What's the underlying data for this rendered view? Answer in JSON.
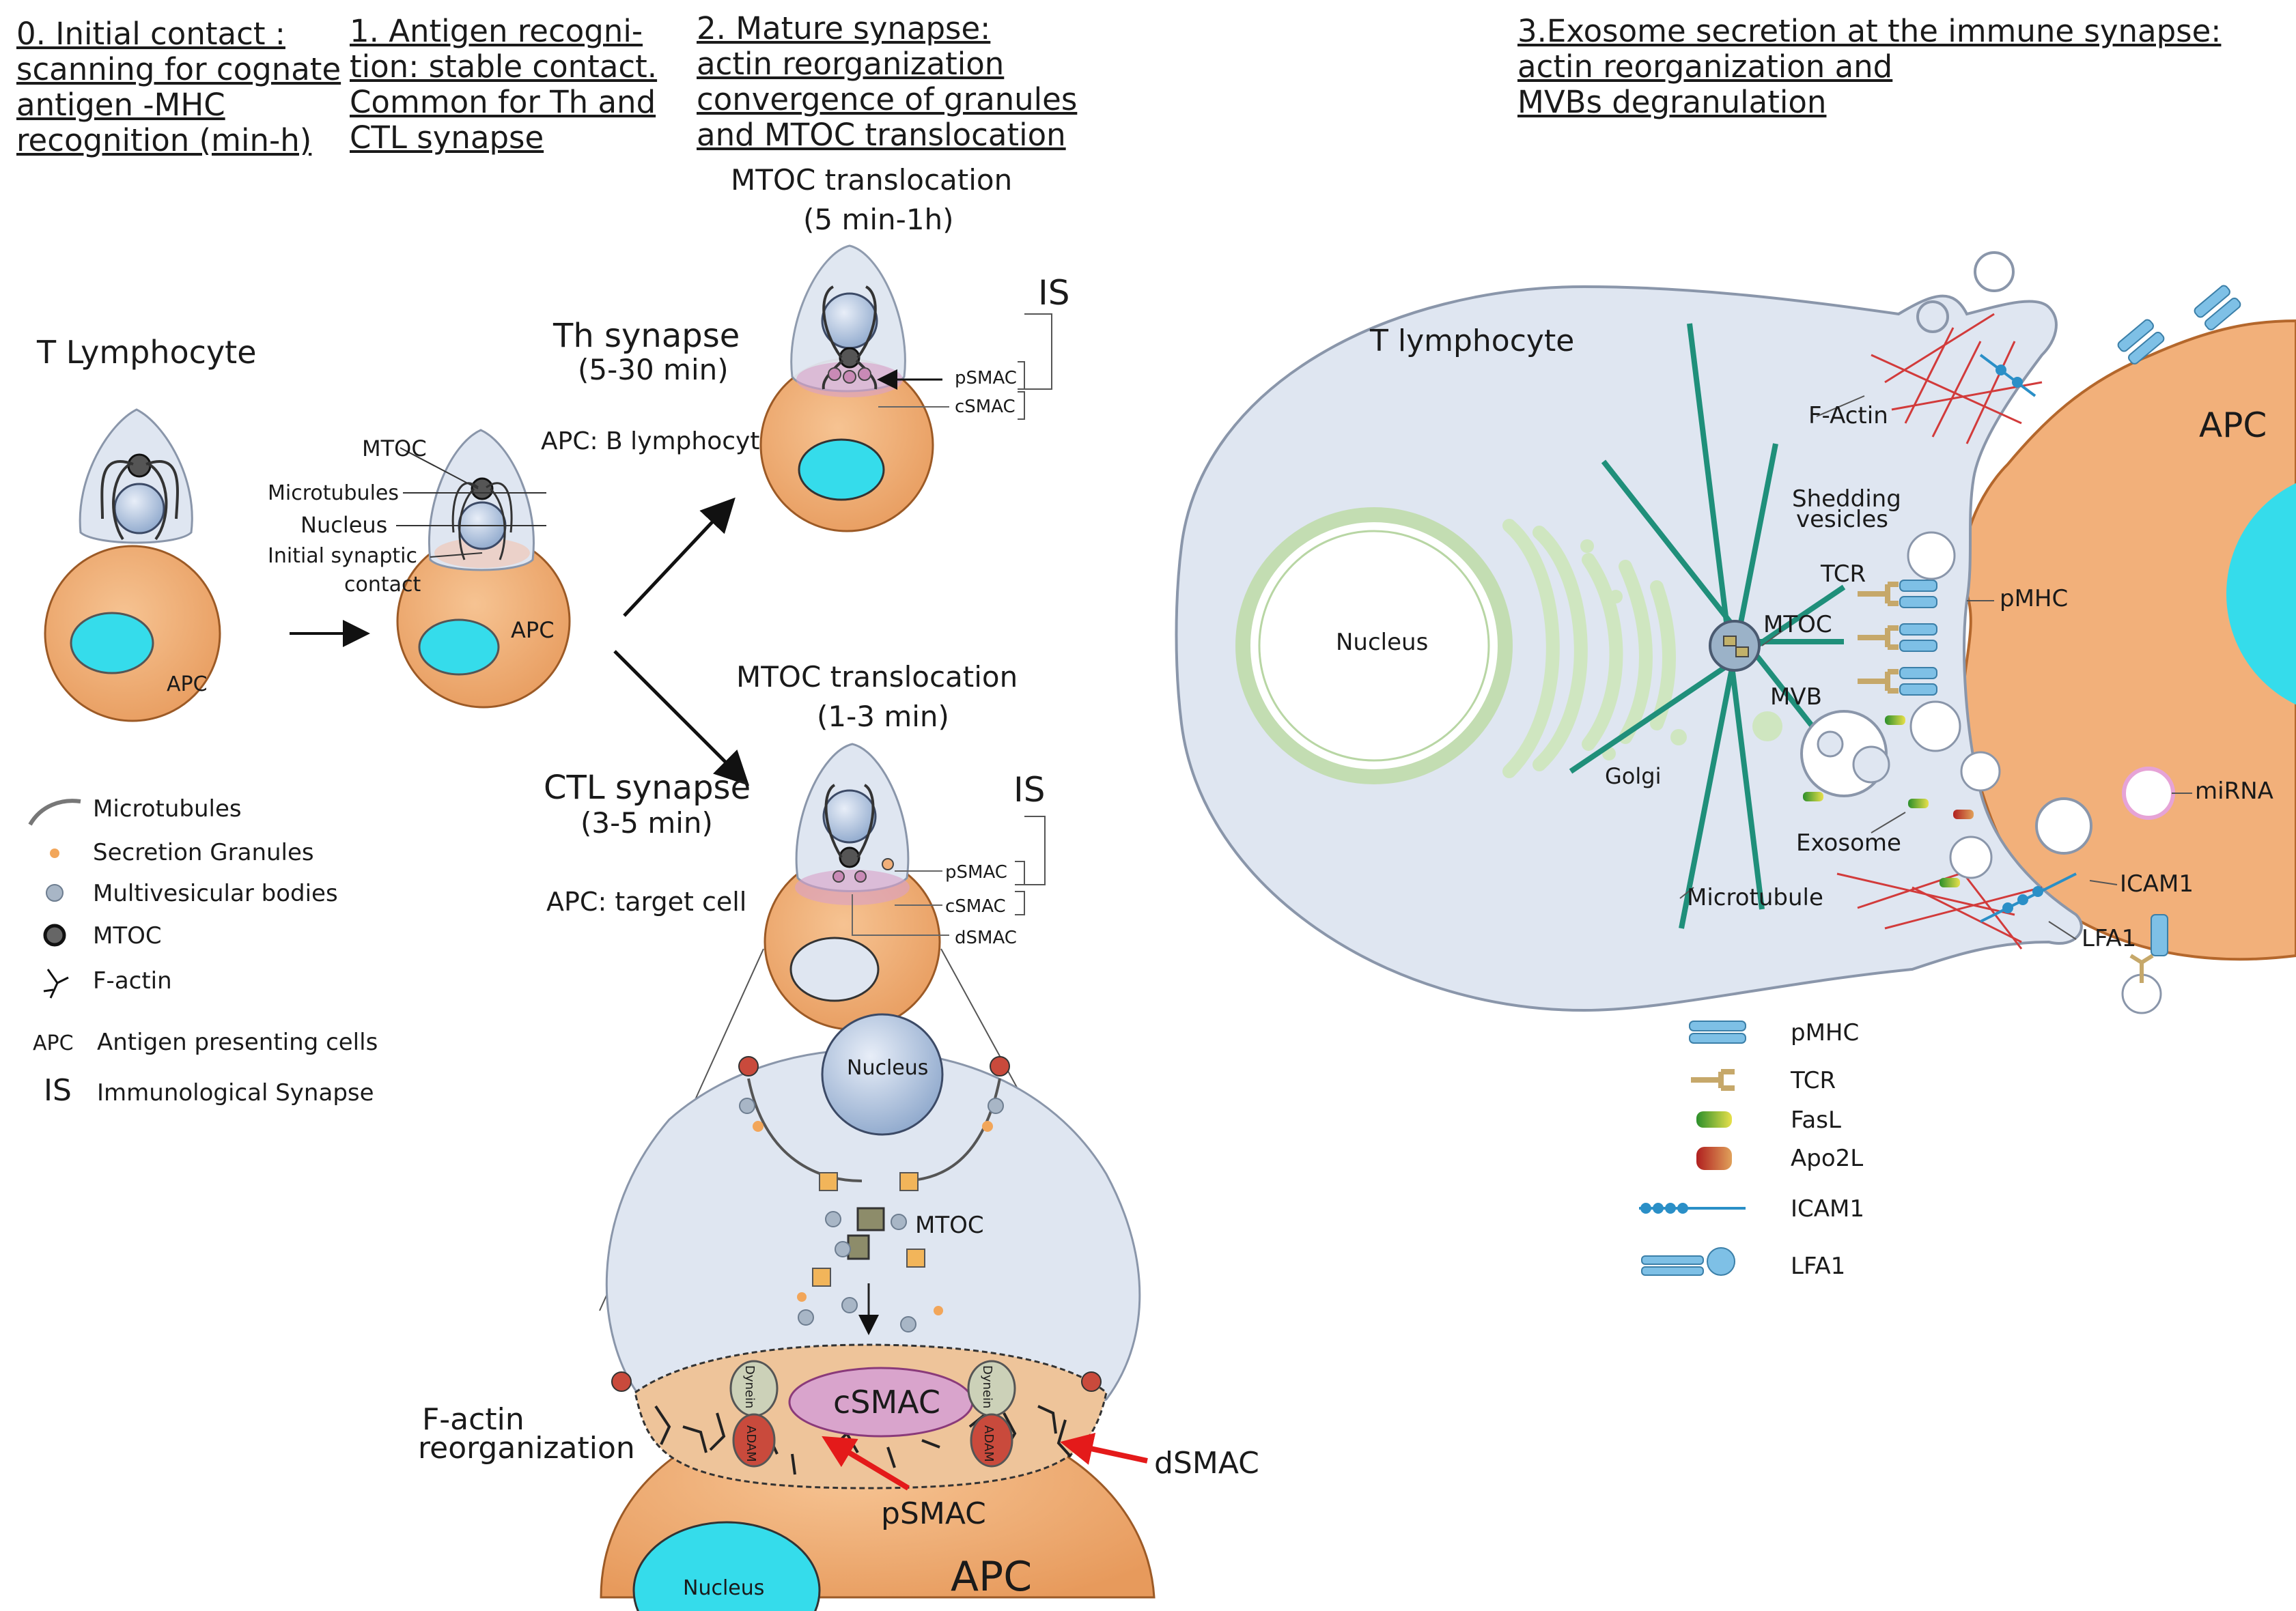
{
  "headers": {
    "step0": [
      "0. Initial contact :",
      "scanning for cognate",
      "antigen -MHC",
      "recognition (min-h)"
    ],
    "step1": [
      "1. Antigen recogni-",
      "tion: stable contact.",
      "Common for Th and",
      "CTL synapse"
    ],
    "step2": [
      "2. Mature synapse:",
      " actin reorganization",
      "convergence of granules",
      "and MTOC translocation"
    ],
    "step3": [
      "3.Exosome secretion at the immune synapse:",
      " actin reorganization and",
      " MVBs degranulation"
    ]
  },
  "panel0": {
    "cell_label": "T Lymphocyte",
    "apc_label": "APC"
  },
  "panel1": {
    "mtoc": "MTOC",
    "microtubules": "Microtubules",
    "nucleus": "Nucleus",
    "initial_contact_1": "Initial synaptic",
    "initial_contact_2": "contact",
    "apc": "APC"
  },
  "th": {
    "mtoc_1": "MTOC translocation",
    "mtoc_2": "(5 min-1h)",
    "synapse_1": "Th synapse",
    "synapse_2": "(5-30 min)",
    "apc": "APC: B lymphocyte",
    "is": "IS",
    "psmac": "pSMAC",
    "csmac": "cSMAC"
  },
  "ctl": {
    "mtoc_1": "MTOC translocation",
    "mtoc_2": "(1-3 min)",
    "synapse_1": "CTL synapse",
    "synapse_2": "(3-5 min)",
    "apc": "APC: target cell",
    "is": "IS",
    "psmac": "pSMAC",
    "csmac": "cSMAC",
    "dsmac": "dSMAC"
  },
  "legend_left": [
    {
      "label": "Microtubules",
      "icon": "microtubule-icon"
    },
    {
      "label": "Secretion Granules",
      "icon": "granule-icon"
    },
    {
      "label": "Multivesicular bodies",
      "icon": "mvb-icon"
    },
    {
      "label": "MTOC",
      "icon": "mtoc-icon"
    },
    {
      "label": "F-actin",
      "icon": "factin-icon"
    },
    {
      "symbol": "APC",
      "label": "Antigen presenting cells"
    },
    {
      "symbol": "IS",
      "label": "Immunological  Synapse"
    }
  ],
  "zoom": {
    "nucleus": "Nucleus",
    "mtoc": "MTOC",
    "csmac": "cSMAC",
    "dynein": "Dynein",
    "adam": "ADAM",
    "factin_1": "F-actin",
    "factin_2": "reorganization",
    "psmac": "pSMAC",
    "dsmac": "dSMAC",
    "apc_nucleus": "Nucleus",
    "apc": "APC"
  },
  "panel3": {
    "cell": "T lymphocyte",
    "nucleus": "Nucleus",
    "golgi": "Golgi",
    "mtoc": "MTOC",
    "mvb": "MVB",
    "factin": "F-Actin",
    "shedding_1": "Shedding",
    "shedding_2": "vesicles",
    "tcr": "TCR",
    "pmhc": "pMHC",
    "exosome": "Exosome",
    "microtubule": "Microtubule",
    "apc": "APC",
    "mirna": "miRNA",
    "icam1": "ICAM1",
    "lfa1": "LFA1"
  },
  "legend_right": [
    {
      "label": "pMHC",
      "icon": "pmhc-icon"
    },
    {
      "label": "TCR",
      "icon": "tcr-icon"
    },
    {
      "label": "FasL",
      "icon": "fasl-icon"
    },
    {
      "label": "Apo2L",
      "icon": "apo2l-icon"
    },
    {
      "label": "ICAM1",
      "icon": "icam1-icon"
    },
    {
      "label": "LFA1",
      "icon": "lfa1-icon"
    }
  ],
  "colors": {
    "tcell": "#dfe6f1",
    "apc": "#f2b07a",
    "apc_nucleus": "#35dceb",
    "microtubule_green": "#1f8f7a",
    "golgi_green": "#cfe6c0",
    "factin_red": "#d23b3b",
    "csmac_pink": "#d9a4cc",
    "arrow_red": "#e41a1a"
  }
}
